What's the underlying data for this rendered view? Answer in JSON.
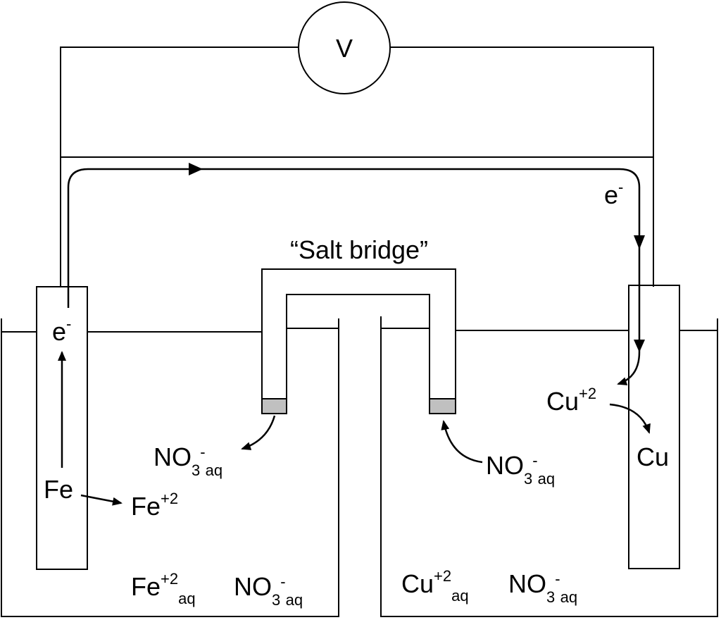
{
  "voltmeter": {
    "label": "V"
  },
  "salt_bridge": {
    "label": "“Salt bridge”"
  },
  "electrons": {
    "symbol": "e",
    "charge": "-"
  },
  "left_cell": {
    "electrode_label": "Fe",
    "reaction_product": {
      "base": "Fe",
      "charge": "+2"
    },
    "nitrate_label": {
      "base": "NO",
      "sub": "3",
      "charge": "-",
      "phase": "aq"
    },
    "solution": {
      "cation": {
        "base": "Fe",
        "charge": "+2",
        "phase": "aq"
      },
      "anion": {
        "base": "NO",
        "sub": "3",
        "charge": "-",
        "phase": "aq"
      }
    }
  },
  "right_cell": {
    "electrode_label": "Cu",
    "reactant": {
      "base": "Cu",
      "charge": "+2"
    },
    "nitrate_label": {
      "base": "NO",
      "sub": "3",
      "charge": "-",
      "phase": "aq"
    },
    "solution": {
      "cation": {
        "base": "Cu",
        "charge": "+2",
        "phase": "aq"
      },
      "anion": {
        "base": "NO",
        "sub": "3",
        "charge": "-",
        "phase": "aq"
      }
    }
  },
  "colors": {
    "line": "#000000",
    "salt_bridge_plug": "#c0c0c0",
    "background": "#ffffff"
  }
}
